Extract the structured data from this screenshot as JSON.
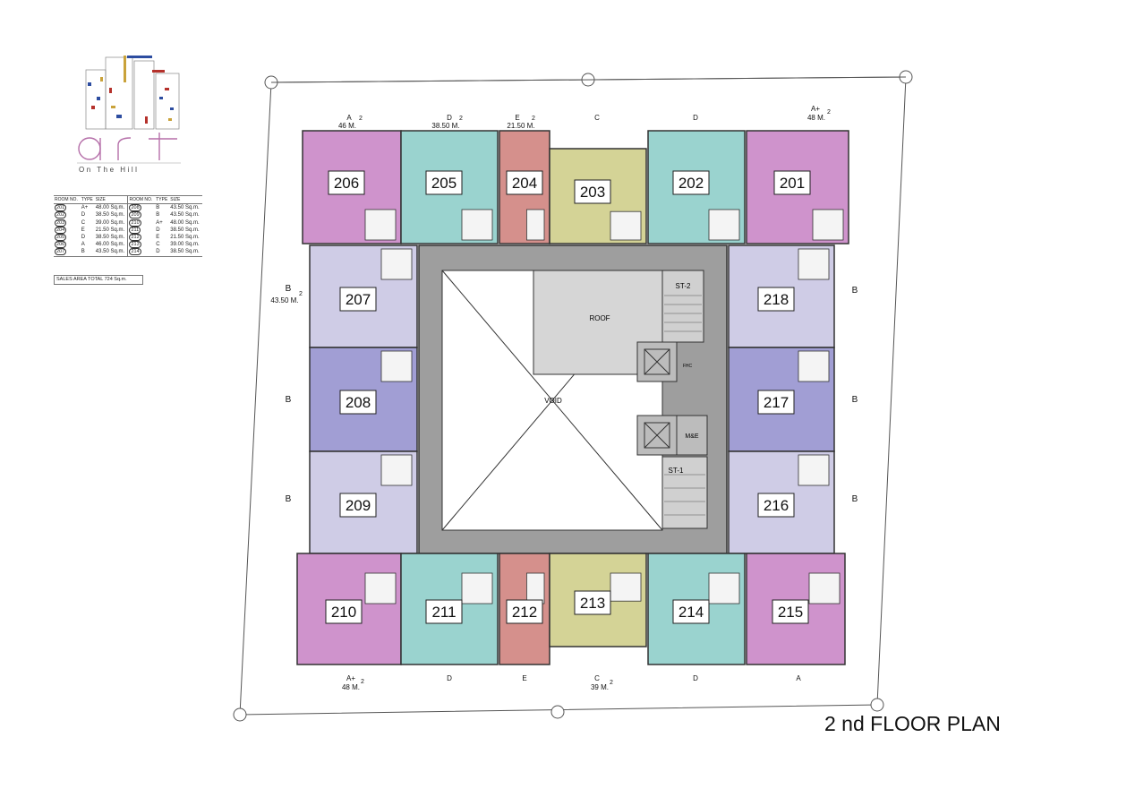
{
  "title": "2 nd FLOOR PLAN",
  "logo": {
    "subtitle": "On The Hill"
  },
  "legend": {
    "headers": [
      "ROOM NO.",
      "TYPE",
      "SIZE",
      "ROOM NO.",
      "TYPE",
      "SIZE"
    ],
    "rows": [
      {
        "l_room": "201",
        "l_type": "A+",
        "l_size": "48.00  Sq.m.",
        "r_room": "208",
        "r_type": "B",
        "r_size": "43.50  Sq.m."
      },
      {
        "l_room": "202",
        "l_type": "D",
        "l_size": "38.50  Sq.m.",
        "r_room": "209",
        "r_type": "B",
        "r_size": "43.50  Sq.m."
      },
      {
        "l_room": "203",
        "l_type": "C",
        "l_size": "39.00  Sq.m.",
        "r_room": "210",
        "r_type": "A+",
        "r_size": "48.00  Sq.m."
      },
      {
        "l_room": "204",
        "l_type": "E",
        "l_size": "21.50  Sq.m.",
        "r_room": "211",
        "r_type": "D",
        "r_size": "38.50  Sq.m."
      },
      {
        "l_room": "205",
        "l_type": "D",
        "l_size": "38.50  Sq.m.",
        "r_room": "212",
        "r_type": "E",
        "r_size": "21.50  Sq.m."
      },
      {
        "l_room": "206",
        "l_type": "A",
        "l_size": "46.00  Sq.m.",
        "r_room": "213",
        "r_type": "C",
        "r_size": "39.00  Sq.m."
      },
      {
        "l_room": "207",
        "l_type": "B",
        "l_size": "43.50  Sq.m.",
        "r_room": "214",
        "r_type": "D",
        "r_size": "38.50  Sq.m."
      }
    ],
    "sales_area": "SALES AREA TOTAL 724 Sq.m."
  },
  "units": [
    {
      "id": "unit-206",
      "label": "206",
      "color": "#cf93cc"
    },
    {
      "id": "unit-205",
      "label": "205",
      "color": "#9ad3cf"
    },
    {
      "id": "unit-204",
      "label": "204",
      "color": "#d5908c"
    },
    {
      "id": "unit-203",
      "label": "203",
      "color": "#d4d396"
    },
    {
      "id": "unit-202",
      "label": "202",
      "color": "#9ad3cf"
    },
    {
      "id": "unit-201",
      "label": "201",
      "color": "#cf93cc"
    },
    {
      "id": "unit-207",
      "label": "207",
      "color": "#cfcce6"
    },
    {
      "id": "unit-208",
      "label": "208",
      "color": "#a19ed4"
    },
    {
      "id": "unit-209",
      "label": "209",
      "color": "#cfcce6"
    },
    {
      "id": "unit-218",
      "label": "218",
      "color": "#cfcce6"
    },
    {
      "id": "unit-217",
      "label": "217",
      "color": "#a19ed4"
    },
    {
      "id": "unit-216",
      "label": "216",
      "color": "#cfcce6"
    },
    {
      "id": "unit-210",
      "label": "210",
      "color": "#cf93cc"
    },
    {
      "id": "unit-211",
      "label": "211",
      "color": "#9ad3cf"
    },
    {
      "id": "unit-212",
      "label": "212",
      "color": "#d5908c"
    },
    {
      "id": "unit-213",
      "label": "213",
      "color": "#d4d396"
    },
    {
      "id": "unit-214",
      "label": "214",
      "color": "#9ad3cf"
    },
    {
      "id": "unit-215",
      "label": "215",
      "color": "#cf93cc"
    }
  ],
  "type_labels": {
    "t206": "A",
    "t206_area": "46  M.",
    "t205": "D",
    "t205_area": "38.50 M.",
    "t204": "E",
    "t204_area": "21.50 M.",
    "t203": "C",
    "t202": "D",
    "t201": "A+",
    "t201_area": "48  M.",
    "t207": "B",
    "t207_area": "43.50 M.",
    "t208": "B",
    "t209": "B",
    "t218": "B",
    "t217": "B",
    "t216": "B",
    "t210": "A+",
    "t210_area": "48  M.",
    "t211": "D",
    "t212": "E",
    "t213": "C",
    "t213_area": "39  M.",
    "t214": "D",
    "t215": "A",
    "sq": "2"
  },
  "core": {
    "void": "VOID",
    "roof": "ROOF",
    "st2": "ST-2",
    "st1": "ST-1",
    "me": "M&E",
    "fhc": "FHC"
  },
  "colors": {
    "core": "#9e9e9e",
    "wall": "#333333",
    "wet": "#f4f4f4"
  }
}
